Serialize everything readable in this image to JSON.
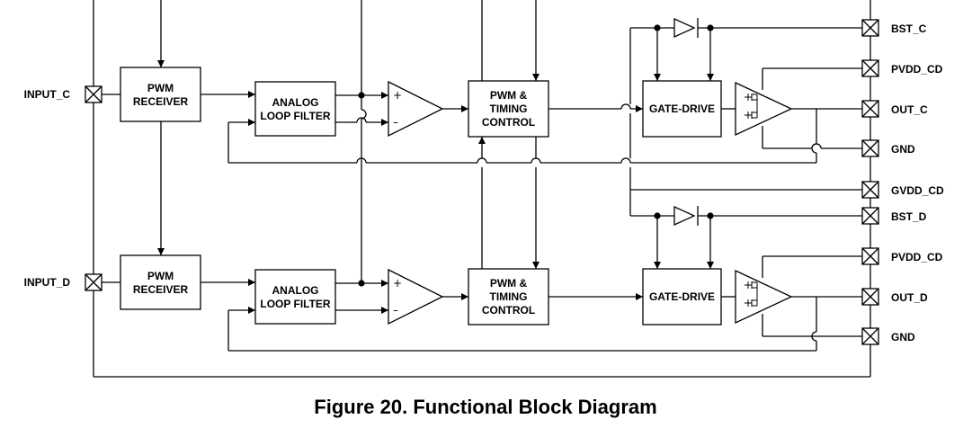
{
  "caption": "Figure 20.  Functional Block Diagram",
  "inputs": {
    "c": "INPUT_C",
    "d": "INPUT_D"
  },
  "channels": [
    {
      "pwm_receiver": [
        "PWM",
        "RECEIVER"
      ],
      "loop_filter": [
        "ANALOG",
        "LOOP FILTER"
      ],
      "comparator": {
        "plus": "+",
        "minus": "–"
      },
      "pwm_timing": [
        "PWM &",
        "TIMING",
        "CONTROL"
      ],
      "gate_drive": "GATE-DRIVE"
    },
    {
      "pwm_receiver": [
        "PWM",
        "RECEIVER"
      ],
      "loop_filter": [
        "ANALOG",
        "LOOP FILTER"
      ],
      "comparator": {
        "plus": "+",
        "minus": "–"
      },
      "pwm_timing": [
        "PWM &",
        "TIMING",
        "CONTROL"
      ],
      "gate_drive": "GATE-DRIVE"
    }
  ],
  "pins": {
    "bst_c": "BST_C",
    "pvdd_cd_top": "PVDD_CD",
    "out_c": "OUT_C",
    "gnd_top": "GND",
    "gvdd_cd": "GVDD_CD",
    "bst_d": "BST_D",
    "pvdd_cd_bottom": "PVDD_CD",
    "out_d": "OUT_D",
    "gnd_bottom": "GND"
  }
}
